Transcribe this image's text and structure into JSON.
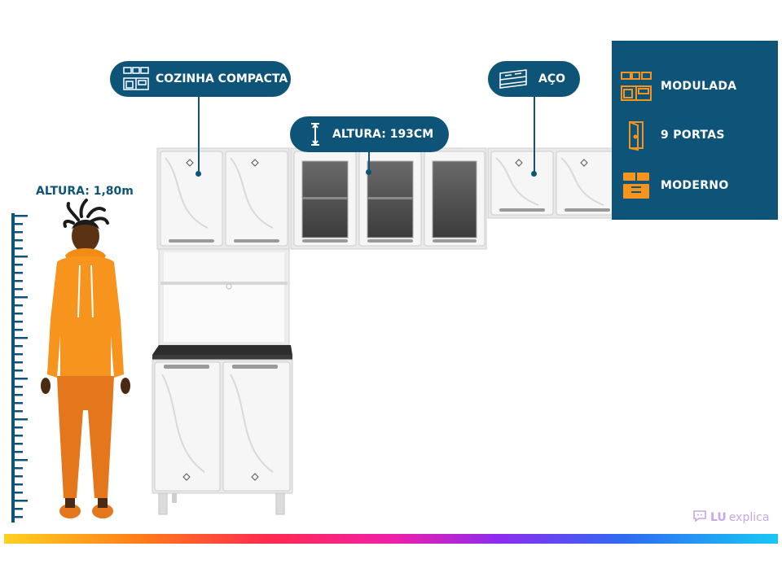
{
  "callouts": {
    "compact": "COZINHA COMPACTA",
    "height": "ALTURA: 193CM",
    "material": "AÇO"
  },
  "person": {
    "height_label": "ALTURA: 1,80m"
  },
  "features": [
    {
      "label": "MODULADA",
      "icon": "modular-kitchen-icon"
    },
    {
      "label": "9 PORTAS",
      "icon": "door-icon"
    },
    {
      "label": "MODERNO",
      "icon": "modern-cabinet-icon"
    }
  ],
  "brand": {
    "name_bold": "LU",
    "name_rest": "explica"
  },
  "colors": {
    "navy": "#0e5478",
    "icon_orange": "#f7941d",
    "hoodie": "#f7941d",
    "pants": "#e4761c",
    "cabinet": "#f2f2f2",
    "countertop": "#2d2d2d"
  }
}
